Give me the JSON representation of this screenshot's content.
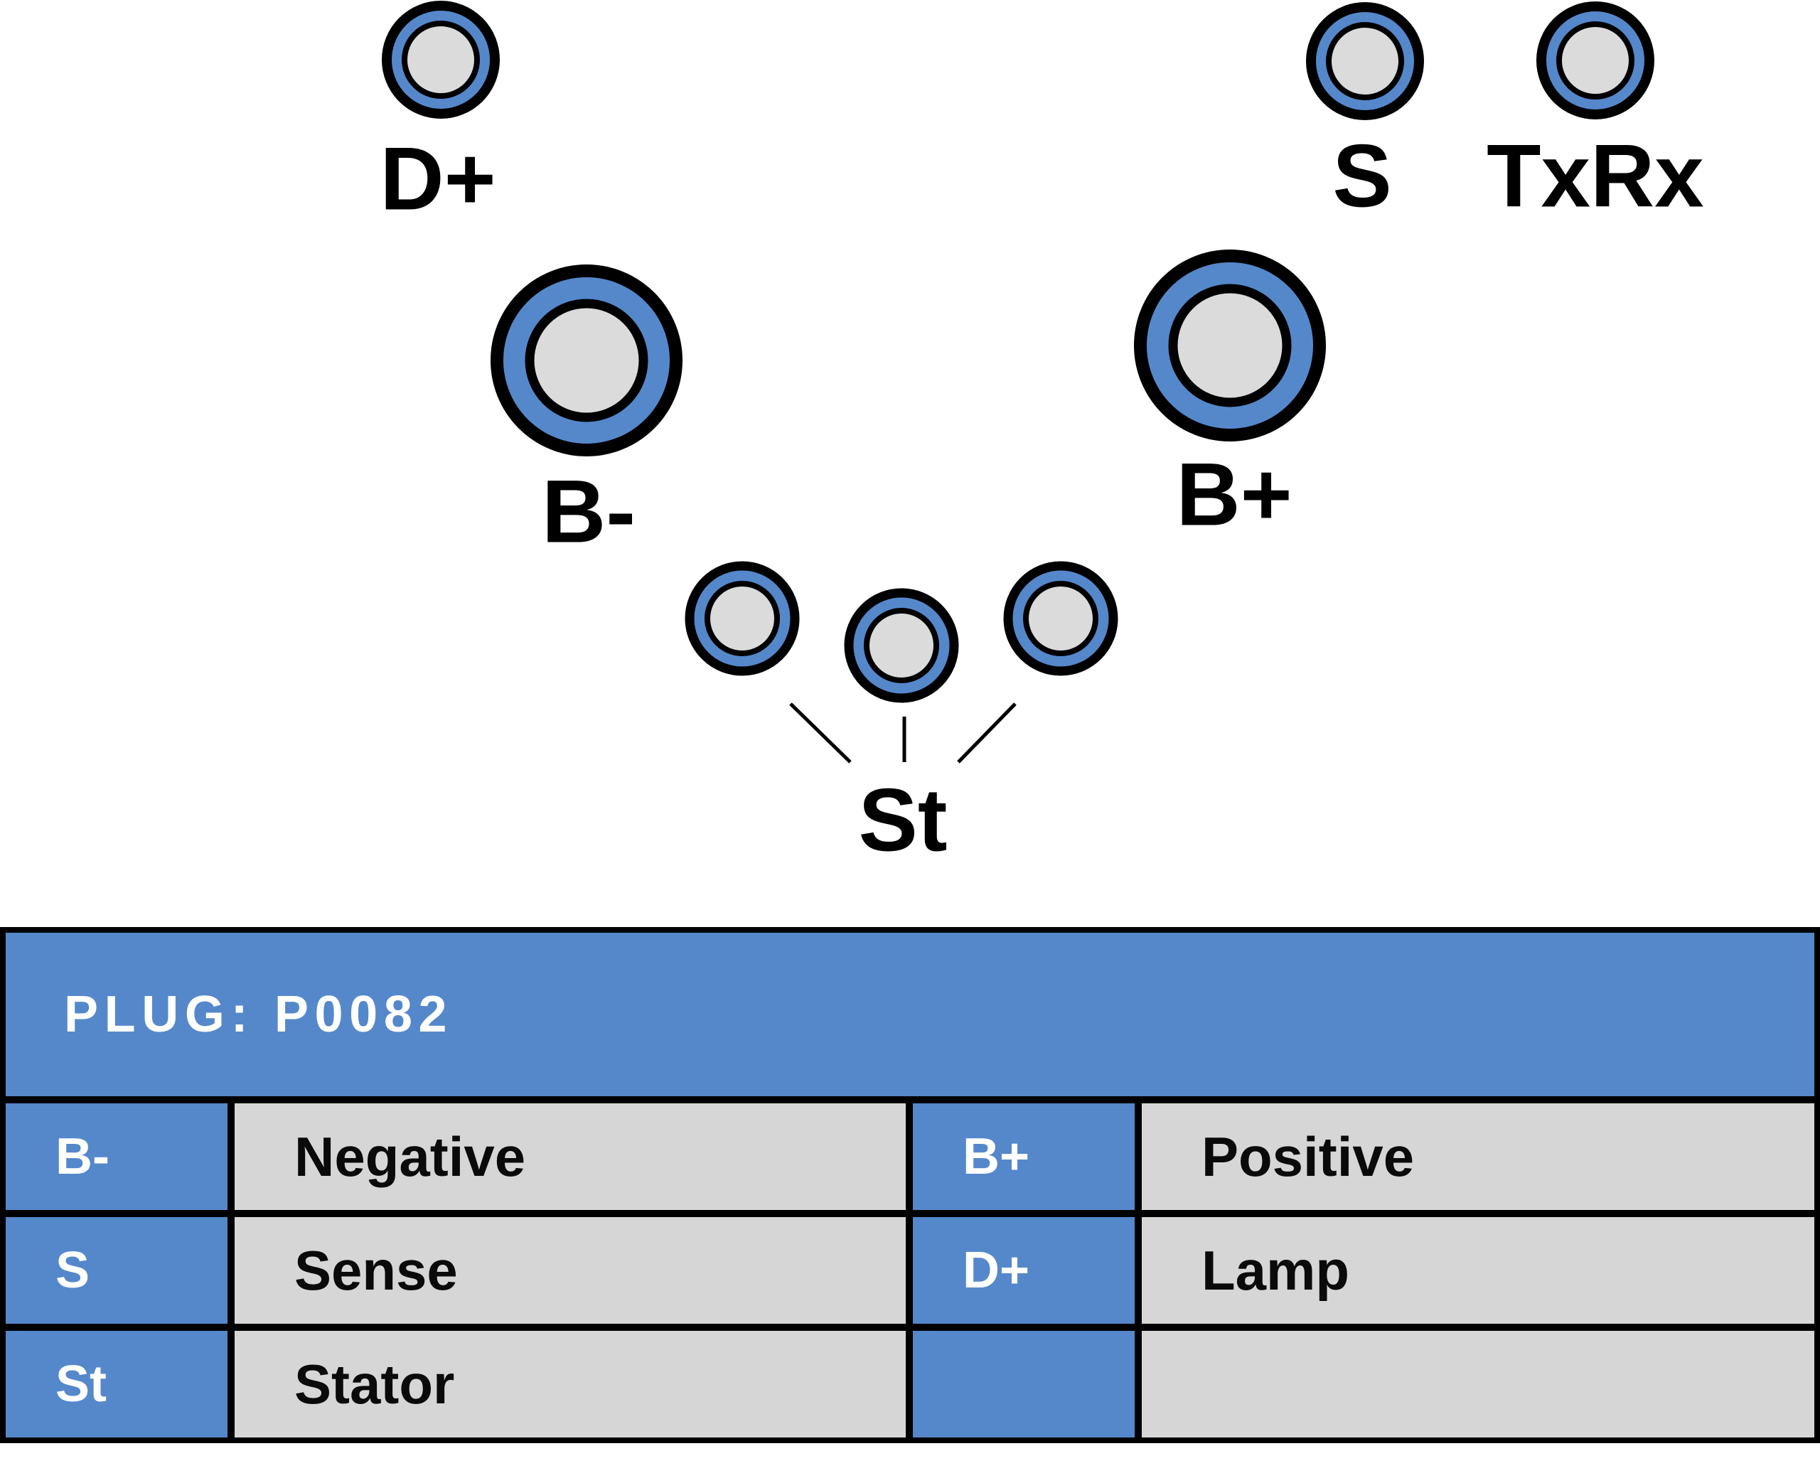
{
  "diagram": {
    "pins": {
      "d_plus": {
        "label": "D+"
      },
      "s": {
        "label": "S"
      },
      "txrx": {
        "label": "TxRx"
      },
      "b_minus": {
        "label": "B-"
      },
      "b_plus": {
        "label": "B+"
      },
      "st": {
        "label": "St"
      }
    }
  },
  "table": {
    "title": "PLUG: P0082",
    "rows": [
      {
        "left_key": "B-",
        "left_value": "Negative",
        "right_key": "B+",
        "right_value": "Positive"
      },
      {
        "left_key": "S",
        "left_value": "Sense",
        "right_key": "D+",
        "right_value": "Lamp"
      },
      {
        "left_key": "St",
        "left_value": "Stator",
        "right_key": "",
        "right_value": ""
      }
    ]
  },
  "colors": {
    "accent_blue": "#5588CB",
    "cell_gray": "#D6D6D6",
    "pin_center_gray": "#DBDBDB",
    "outline_black": "#000000"
  }
}
